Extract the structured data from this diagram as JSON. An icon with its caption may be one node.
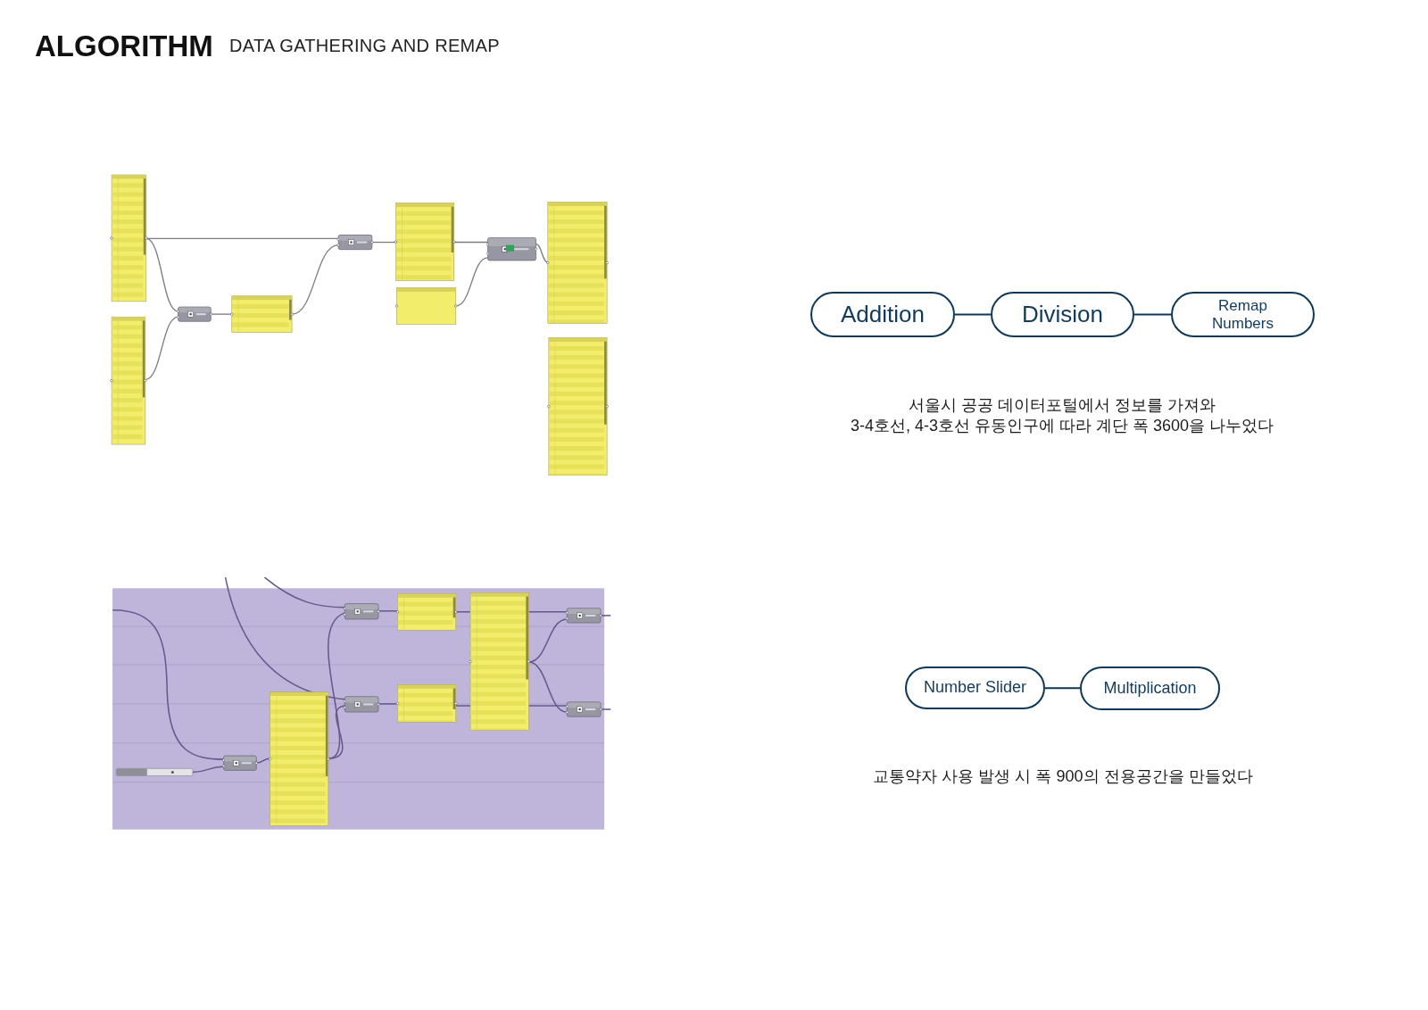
{
  "diagram": {
    "title": "ALGORITHM",
    "nodes": [
      {
        "text": [
          "Addition"
        ]
      },
      {
        "text": [
          "Division"
        ]
      },
      {
        "text": [
          "Remap Numbers"
        ]
      },
      {
        "text": [
          "Number Slider"
        ]
      },
      {
        "text": [
          "Multiplication"
        ]
      }
    ],
    "edges": [
      {
        "from": 0,
        "to": 1,
        "arrow": "none"
      },
      {
        "from": 1,
        "to": 2,
        "arrow": "none"
      },
      {
        "from": 3,
        "to": 4,
        "arrow": "none"
      }
    ],
    "labels": [
      "DATA GATHERING AND REMAP",
      "서울시 공공 데이터포털에서 정보를 가져와 3-4호선, 4-3호선 유동인구에 따라 계단 폭 3600을 나누었다",
      "교통약자 사용 발생 시 폭 900의 전용공간을 만들었다"
    ]
  }
}
